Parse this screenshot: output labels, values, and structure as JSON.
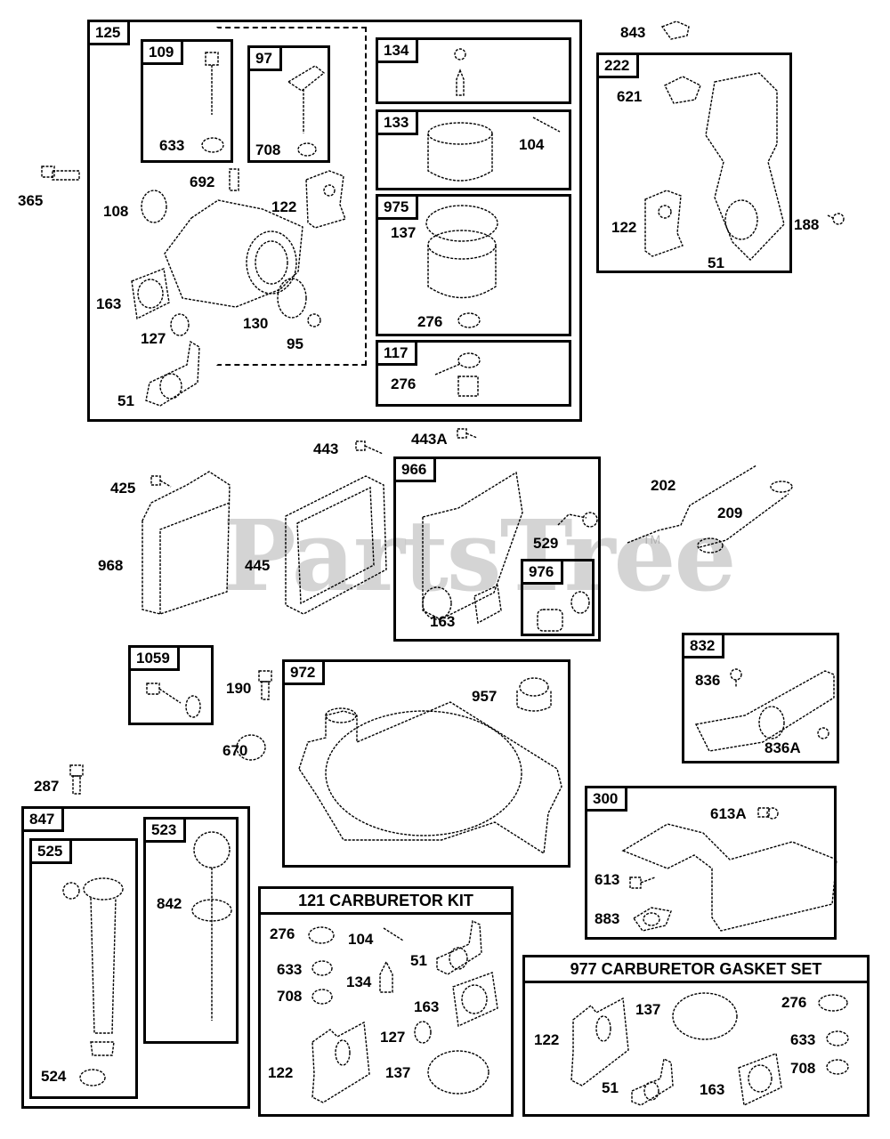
{
  "watermark": {
    "text": "PartsTree",
    "trademark": "TM"
  },
  "groups": {
    "g125": {
      "tag": "125",
      "labels": [
        "692",
        "108",
        "122",
        "163",
        "127",
        "130",
        "95",
        "51"
      ]
    },
    "g109": {
      "tag": "109",
      "labels": [
        "633"
      ]
    },
    "g97": {
      "tag": "97",
      "labels": [
        "708"
      ]
    },
    "g134": {
      "tag": "134"
    },
    "g133": {
      "tag": "133",
      "labels": [
        "104"
      ]
    },
    "g975": {
      "tag": "975",
      "labels": [
        "137",
        "276"
      ]
    },
    "g117": {
      "tag": "117",
      "labels": [
        "276"
      ]
    },
    "g222": {
      "tag": "222",
      "labels": [
        "621",
        "122",
        "51"
      ]
    },
    "g966": {
      "tag": "966",
      "labels": [
        "529",
        "163"
      ]
    },
    "g976": {
      "tag": "976"
    },
    "g1059": {
      "tag": "1059"
    },
    "g972": {
      "tag": "972",
      "labels": [
        "957"
      ]
    },
    "g832": {
      "tag": "832",
      "labels": [
        "836",
        "836A"
      ]
    },
    "g300": {
      "tag": "300",
      "labels": [
        "613A",
        "613",
        "883"
      ]
    },
    "g847": {
      "tag": "847"
    },
    "g525": {
      "tag": "525",
      "labels": [
        "524"
      ]
    },
    "g523": {
      "tag": "523",
      "labels": [
        "842"
      ]
    },
    "kit121": {
      "title": "121 CARBURETOR KIT",
      "labels": [
        "276",
        "104",
        "51",
        "633",
        "134",
        "708",
        "163",
        "127",
        "122",
        "137"
      ]
    },
    "kit977": {
      "title": "977 CARBURETOR  GASKET SET",
      "labels": [
        "137",
        "276",
        "633",
        "122",
        "708",
        "51",
        "163"
      ]
    }
  },
  "loose": [
    "365",
    "843",
    "188",
    "443",
    "443A",
    "425",
    "968",
    "445",
    "202",
    "209",
    "190",
    "670",
    "287"
  ]
}
